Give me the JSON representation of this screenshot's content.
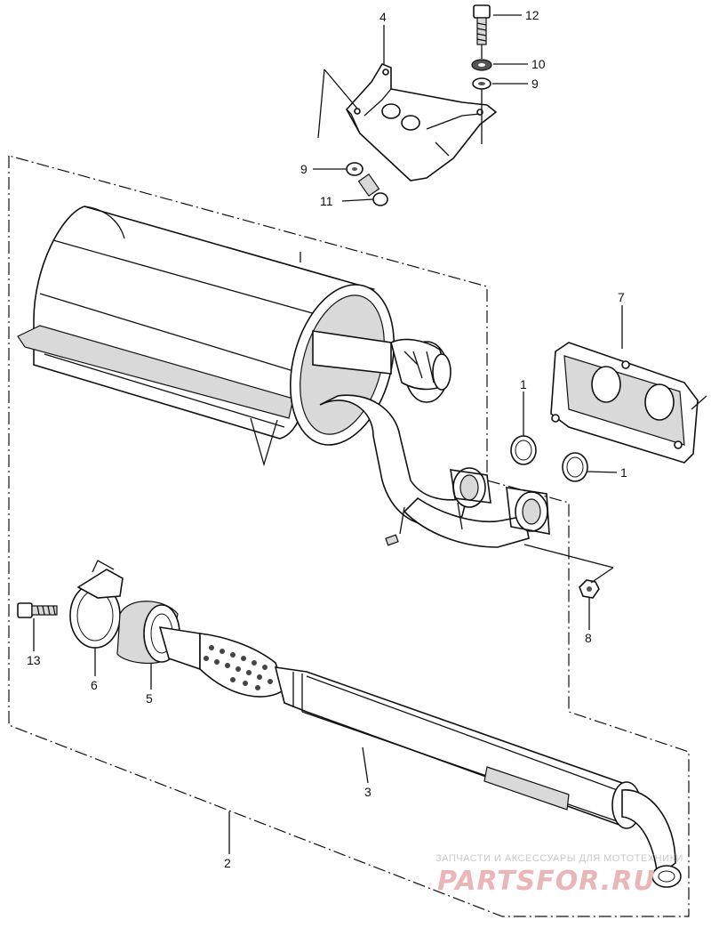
{
  "callouts": {
    "c1a": "1",
    "c1b": "1",
    "c2": "2",
    "c3": "3",
    "c4": "4",
    "c5": "5",
    "c6": "6",
    "c7": "7",
    "c8": "8",
    "c9a": "9",
    "c9b": "9",
    "c10": "10",
    "c11": "11",
    "c12": "12",
    "c13": "13"
  },
  "watermark": {
    "tagline": "ЗАПЧАСТИ И АКСЕССУАРЫ ДЛЯ МОТОТЕХНИКИ",
    "logo": "PARTSFOR.RU"
  }
}
